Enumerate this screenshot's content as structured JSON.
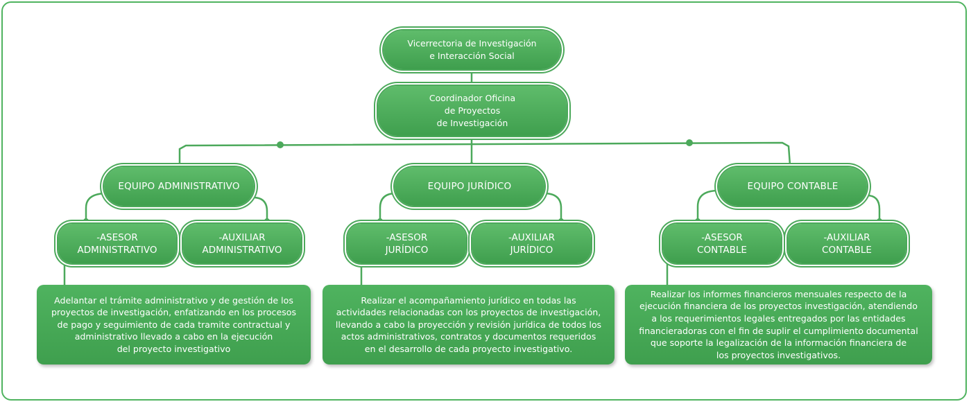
{
  "colors": {
    "primary_green": "#4ca95b",
    "light_green": "#5fbc6b",
    "text": "#ffffff",
    "background": "#ffffff"
  },
  "top": {
    "vicerrectoria": "Vicerrectoria de Investigación\ne Interacción Social",
    "coordinador": "Coordinador Oficina\nde Proyectos\nde Investigación"
  },
  "teams": {
    "administrativo": {
      "title": "EQUIPO ADMINISTRATIVO",
      "role_a": "-ASESOR\nADMINISTRATIVO",
      "role_b": "-AUXILIAR\nADMINISTRATIVO",
      "description": "Adelantar el trámite administrativo y de gestión de los\nproyectos de investigación, enfatizando en los procesos\nde pago y seguimiento de cada tramite contractual y\nadministrativo llevado a cabo en la ejecución\ndel proyecto investigativo"
    },
    "juridico": {
      "title": "EQUIPO JURÍDICO",
      "role_a": "-ASESOR\nJURÍDICO",
      "role_b": "-AUXILIAR\nJURÍDICO",
      "description": "Realizar el acompañamiento jurídico en todas las\nactividades relacionadas con los proyectos de investigación,\nllevando a cabo la proyección y revisión jurídica de todos los\nactos administrativos, contratos y documentos requeridos\nen el desarrollo de cada proyecto investigativo."
    },
    "contable": {
      "title": "EQUIPO CONTABLE",
      "role_a": "-ASESOR\nCONTABLE",
      "role_b": "-AUXILIAR\nCONTABLE",
      "description": "Realizar los informes financieros mensuales respecto de la\nejecución financiera de los proyectos investigación, atendiendo\na los requerimientos legales entregados por las entidades\nfinancieradoras con el fin de suplir el cumplimiento documental\nque soporte la legalización de la información financiera de\nlos proyectos investigativos."
    }
  }
}
